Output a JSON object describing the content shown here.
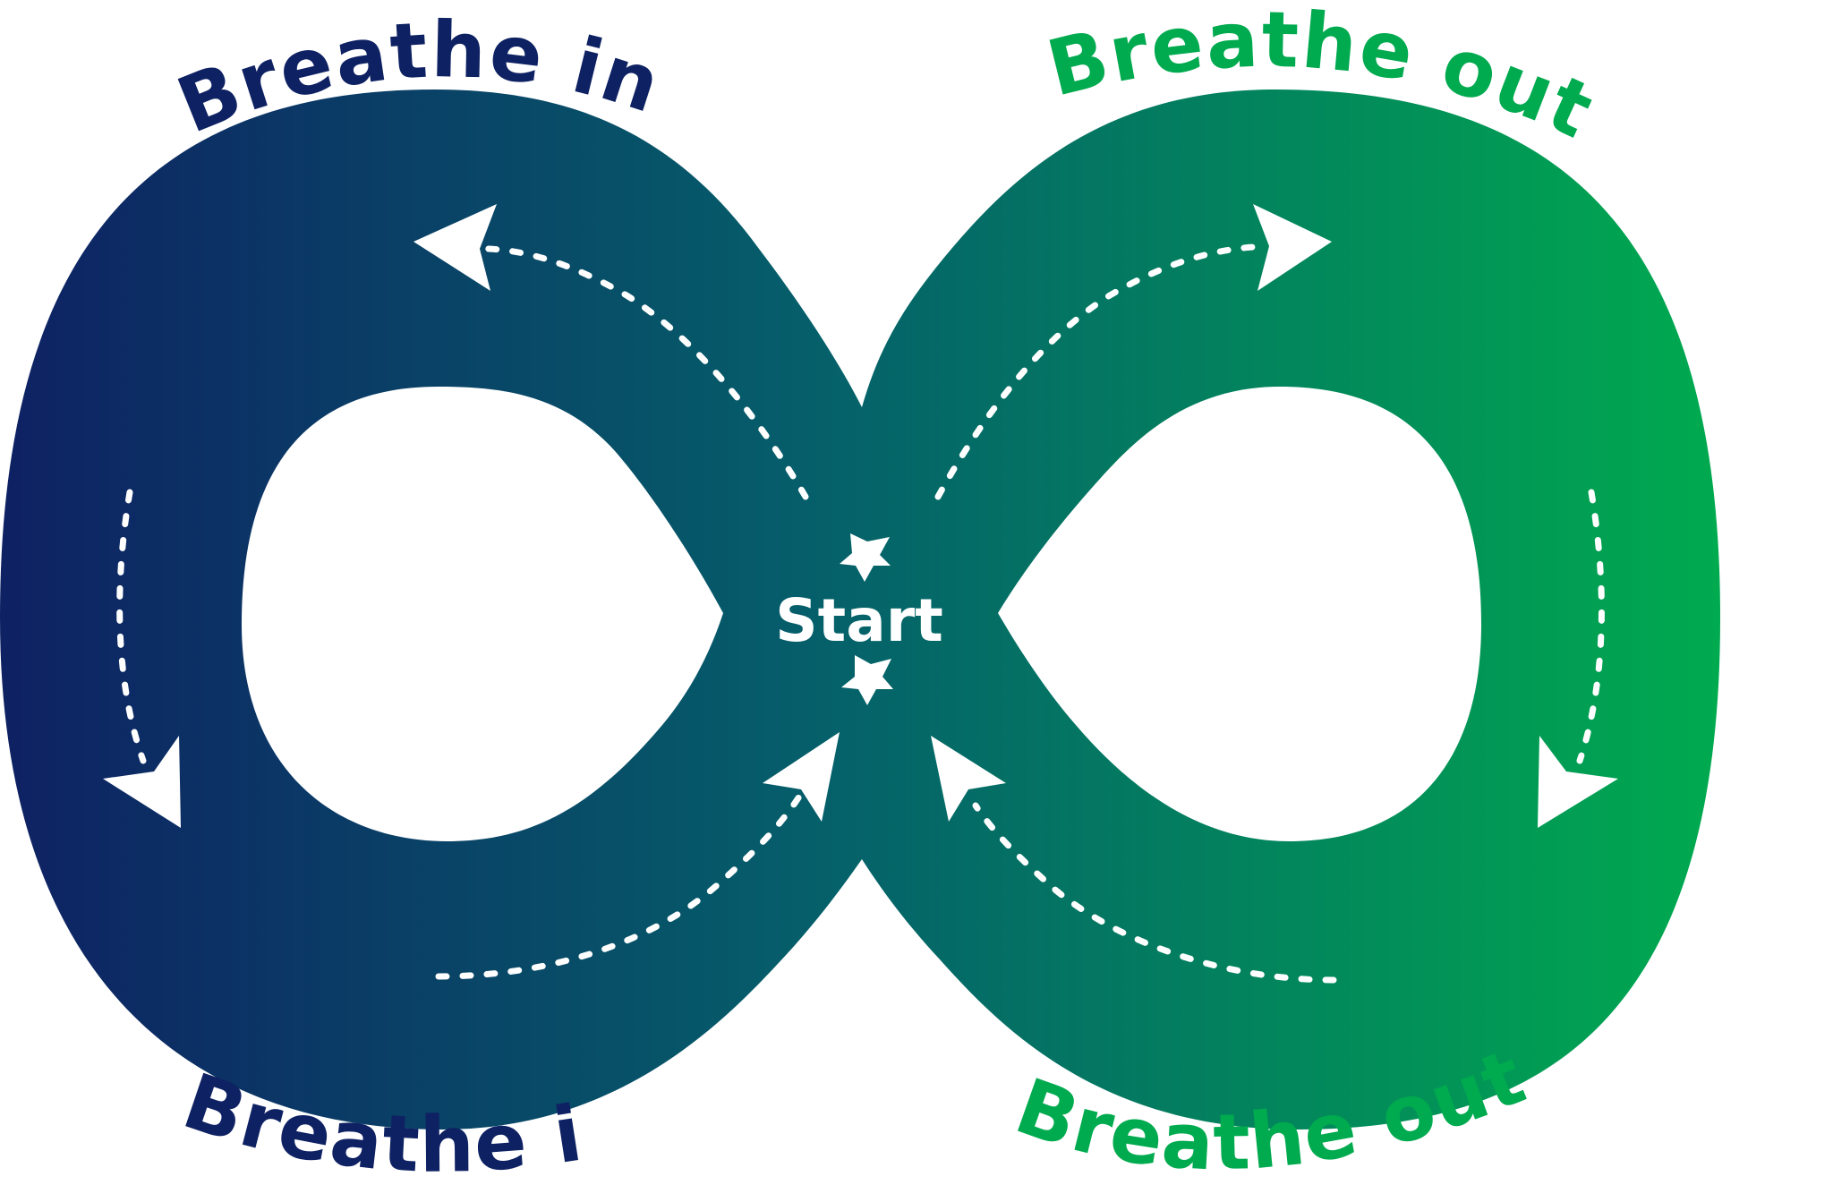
{
  "diagram": {
    "labels": {
      "top_left": "Breathe in",
      "bottom_left": "Breathe in",
      "top_right": "Breathe out",
      "bottom_right": "Breathe out",
      "center": "Start"
    },
    "colors": {
      "gradient_start": "#0e2163",
      "gradient_mid": "#05606a",
      "gradient_end": "#00aa4f",
      "breathe_in_text": "#0e2163",
      "breathe_out_text": "#00aa4f",
      "arrows": "#ffffff",
      "background": "#ffffff"
    },
    "shape": "infinity-loop",
    "icons": [
      "star-icon",
      "star-icon"
    ]
  }
}
